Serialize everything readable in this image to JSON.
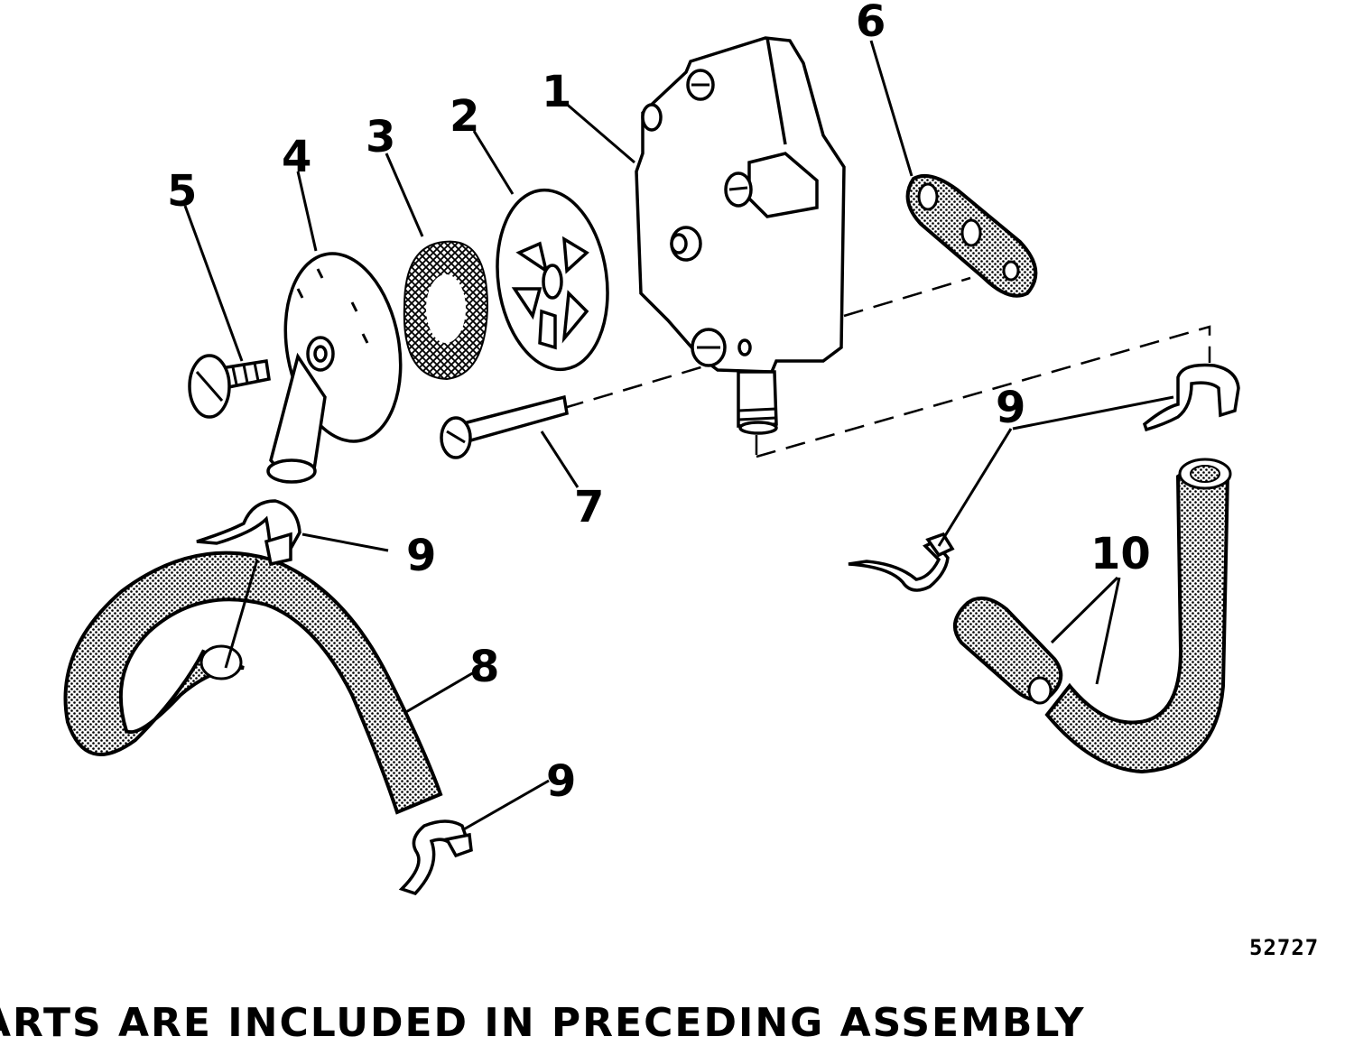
{
  "callouts": {
    "c1": "1",
    "c2": "2",
    "c3": "3",
    "c4": "4",
    "c5": "5",
    "c6": "6",
    "c7": "7",
    "c8": "8",
    "c9": "9",
    "c10": "10"
  },
  "drawing_number": "52727",
  "footer_note": "ARTS ARE INCLUDED IN PRECEDING ASSEMBLY"
}
